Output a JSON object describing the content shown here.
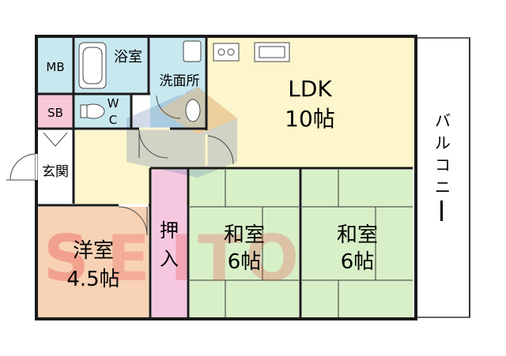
{
  "rooms": {
    "mb": "MB",
    "bath": "浴室",
    "washroom": "洗面所",
    "sb": "SB",
    "wc_w": "W",
    "wc_c": "C",
    "entrance": "玄関",
    "ldk_name": "LDK",
    "ldk_size": "10帖",
    "western_name": "洋室",
    "western_size": "4.5帖",
    "closet_1": "押",
    "closet_2": "入",
    "japanese1_name": "和室",
    "japanese1_size": "6帖",
    "japanese2_name": "和室",
    "japanese2_size": "6帖",
    "balcony": [
      "バ",
      "ル",
      "コ",
      "ニ",
      "ー"
    ]
  },
  "watermark": "SEITO",
  "colors": {
    "mb": "#c8e8f0",
    "bath": "#c8e8f0",
    "washroom": "#c8e8f0",
    "sb": "#f6c8d8",
    "ldk": "#fdf6cc",
    "hall": "#fdf6cc",
    "western": "#f7d2b4",
    "closet": "#f6c8e0",
    "tatami": "#d8f0c8",
    "balcony": "#ffffff",
    "wall": "#1a1a1a",
    "watermark_red": "#e84a4a",
    "watermark_blue": "#5a78b4",
    "watermark_orange": "#f0a040"
  }
}
